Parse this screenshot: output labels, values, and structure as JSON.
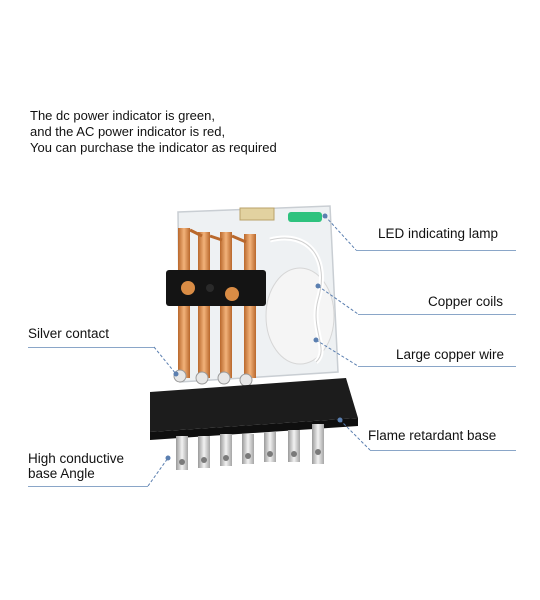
{
  "intro": {
    "lines": [
      "The dc power indicator is green,",
      "and the AC power indicator is red,",
      "You can purchase the indicator as required"
    ]
  },
  "callouts": {
    "led": "LED indicating lamp",
    "coils": "Copper coils",
    "wire": "Large copper wire",
    "base": "Flame retardant base",
    "silver": "Silver contact",
    "angle_line1": "High conductive",
    "angle_line2": "base Angle"
  },
  "colors": {
    "leader": "#5b7fb0",
    "copper": "#d98c45",
    "base": "#1c1c1c",
    "led_green": "#2ec27e"
  }
}
